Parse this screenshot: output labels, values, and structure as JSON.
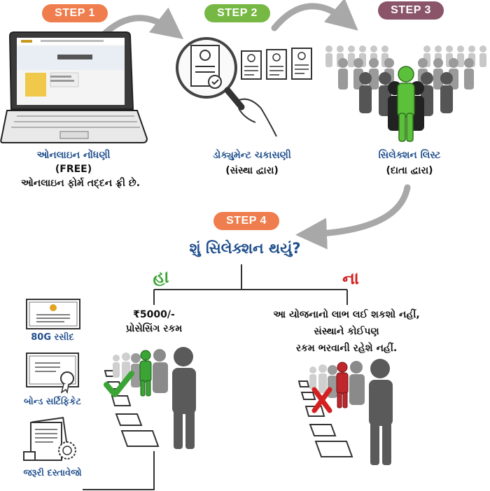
{
  "steps": [
    {
      "label": "STEP 1",
      "color": "#ef7d4d"
    },
    {
      "label": "STEP 2",
      "color": "#76b843"
    },
    {
      "label": "STEP 3",
      "color": "#8a5569"
    },
    {
      "label": "STEP 4",
      "color": "#ef7d4d"
    }
  ],
  "step1": {
    "line1": "ઓનલાઇન નોંધણી",
    "line2": "(FREE)",
    "line3": "ઓનલાઇન ફોર્મ તદ્દન ફ્રી છે."
  },
  "step2": {
    "line1": "ડોક્યુમેન્ટ ચકાસણી",
    "line2": "(સંસ્થા દ્વારા)"
  },
  "step3": {
    "line1": "સિલેક્શન લિસ્ટ",
    "line2": "(દાતા દ્વારા)"
  },
  "question": "શું સિલેક્શન થયું?",
  "yes_label": "હા",
  "no_label": "ના",
  "yes_text": {
    "line1": "₹5000/-",
    "line2": "પ્રોસેસિંગ રકમ"
  },
  "no_text": {
    "line1": "આ યોજનાનો લાભ લઈ શકશો નહીં,",
    "line2": "સંસ્થાને કોઈપણ",
    "line3": "રકમ ભરવાની રહેશે નહીં."
  },
  "side_items": [
    {
      "label": "80G રસીદ",
      "icon": "receipt-certificate-icon"
    },
    {
      "label": "બોન્ડ સર્ટિફિકેટ",
      "icon": "bond-certificate-icon"
    },
    {
      "label": "જરૂરી દસ્તાવેજો",
      "icon": "documents-stamp-icon"
    }
  ],
  "colors": {
    "caption_blue": "#1f4e8c",
    "yes_green": "#3aa535",
    "no_red": "#d32020",
    "arrow_gray": "#a8a8a8"
  }
}
